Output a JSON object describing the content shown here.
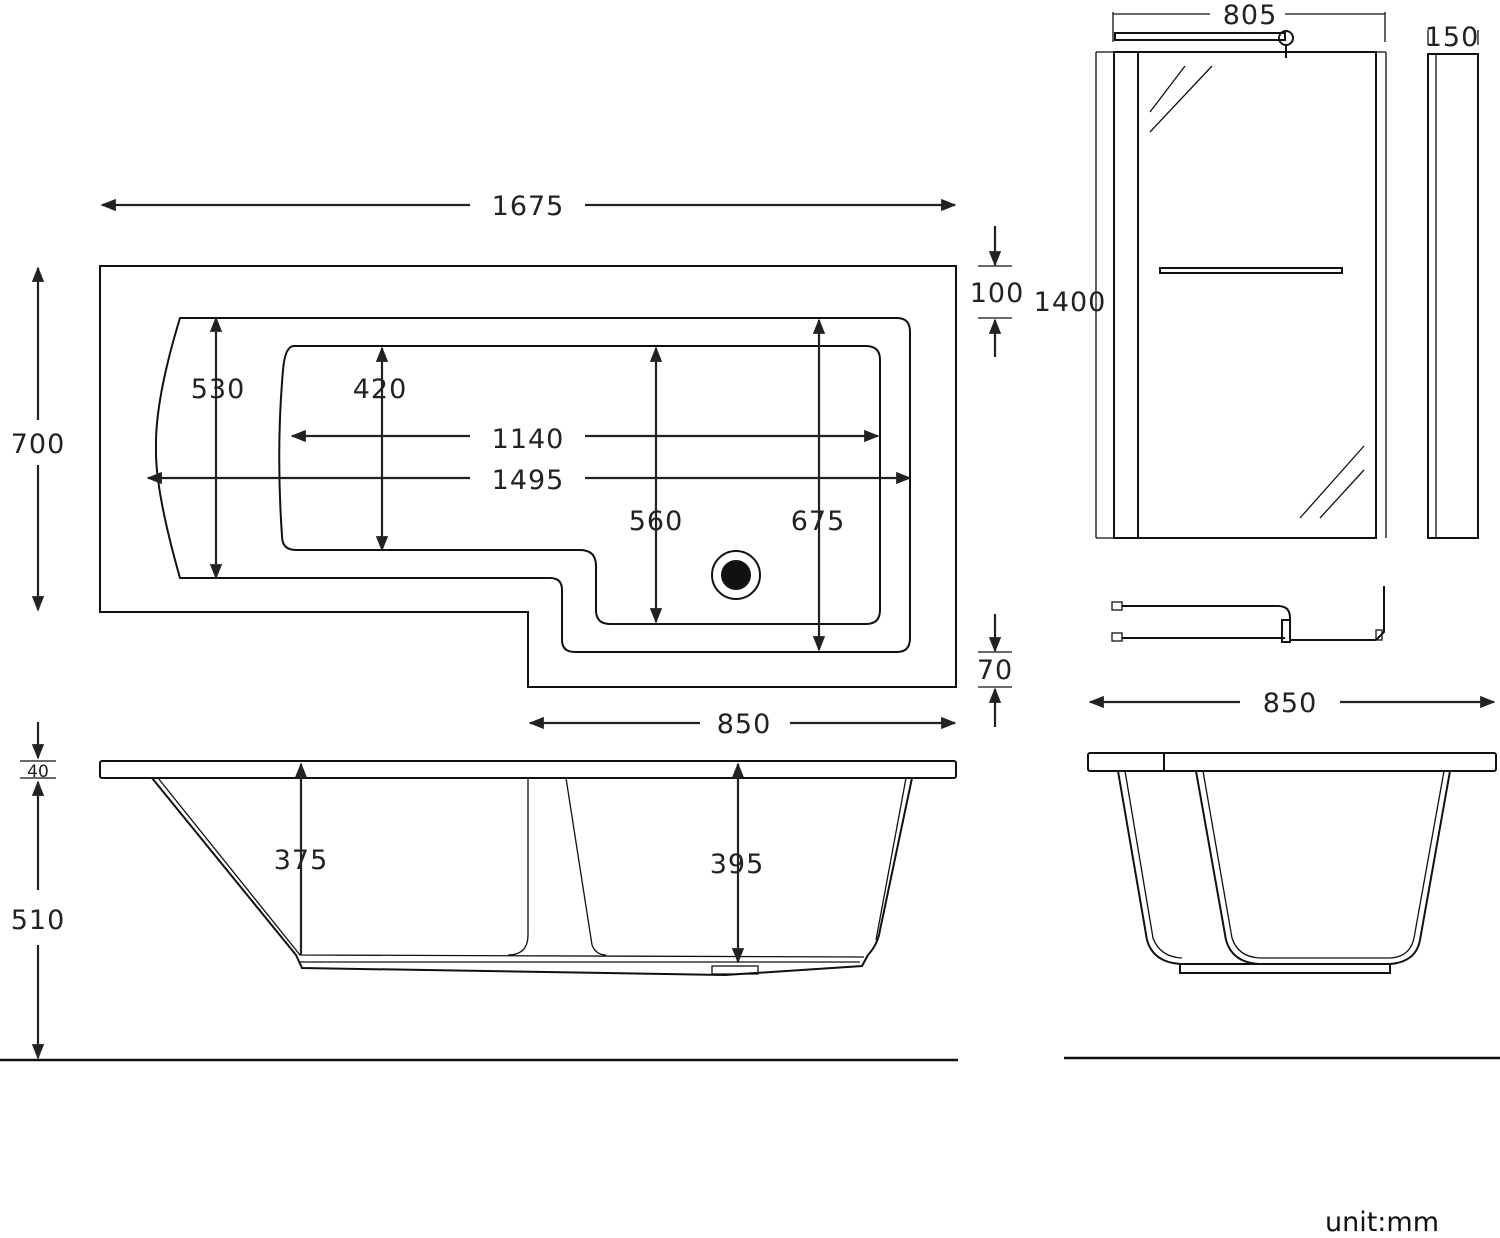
{
  "dimensions": {
    "overall_length": "1675",
    "overall_width": "700",
    "inner_rim_length": "1495",
    "basin_length": "1140",
    "end_width": "530",
    "basin_end_width": "420",
    "basin_width": "560",
    "inner_width": "675",
    "rim_top": "100",
    "rim_step": "70",
    "shower_section": "850",
    "rim_thickness": "40",
    "height": "510",
    "depth_end": "375",
    "depth_main": "395",
    "screen_width": "805",
    "screen_depth": "150",
    "screen_height": "1400",
    "end_view_width": "850"
  },
  "unit_label": "unit:mm"
}
